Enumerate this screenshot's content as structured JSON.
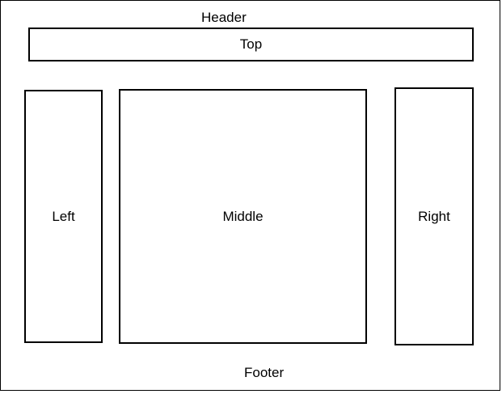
{
  "header": {
    "label": "Header"
  },
  "regions": {
    "top": "Top",
    "left": "Left",
    "middle": "Middle",
    "right": "Right"
  },
  "footer": {
    "label": "Footer"
  },
  "colors": {
    "stroke": "#000000",
    "background": "#ffffff"
  }
}
